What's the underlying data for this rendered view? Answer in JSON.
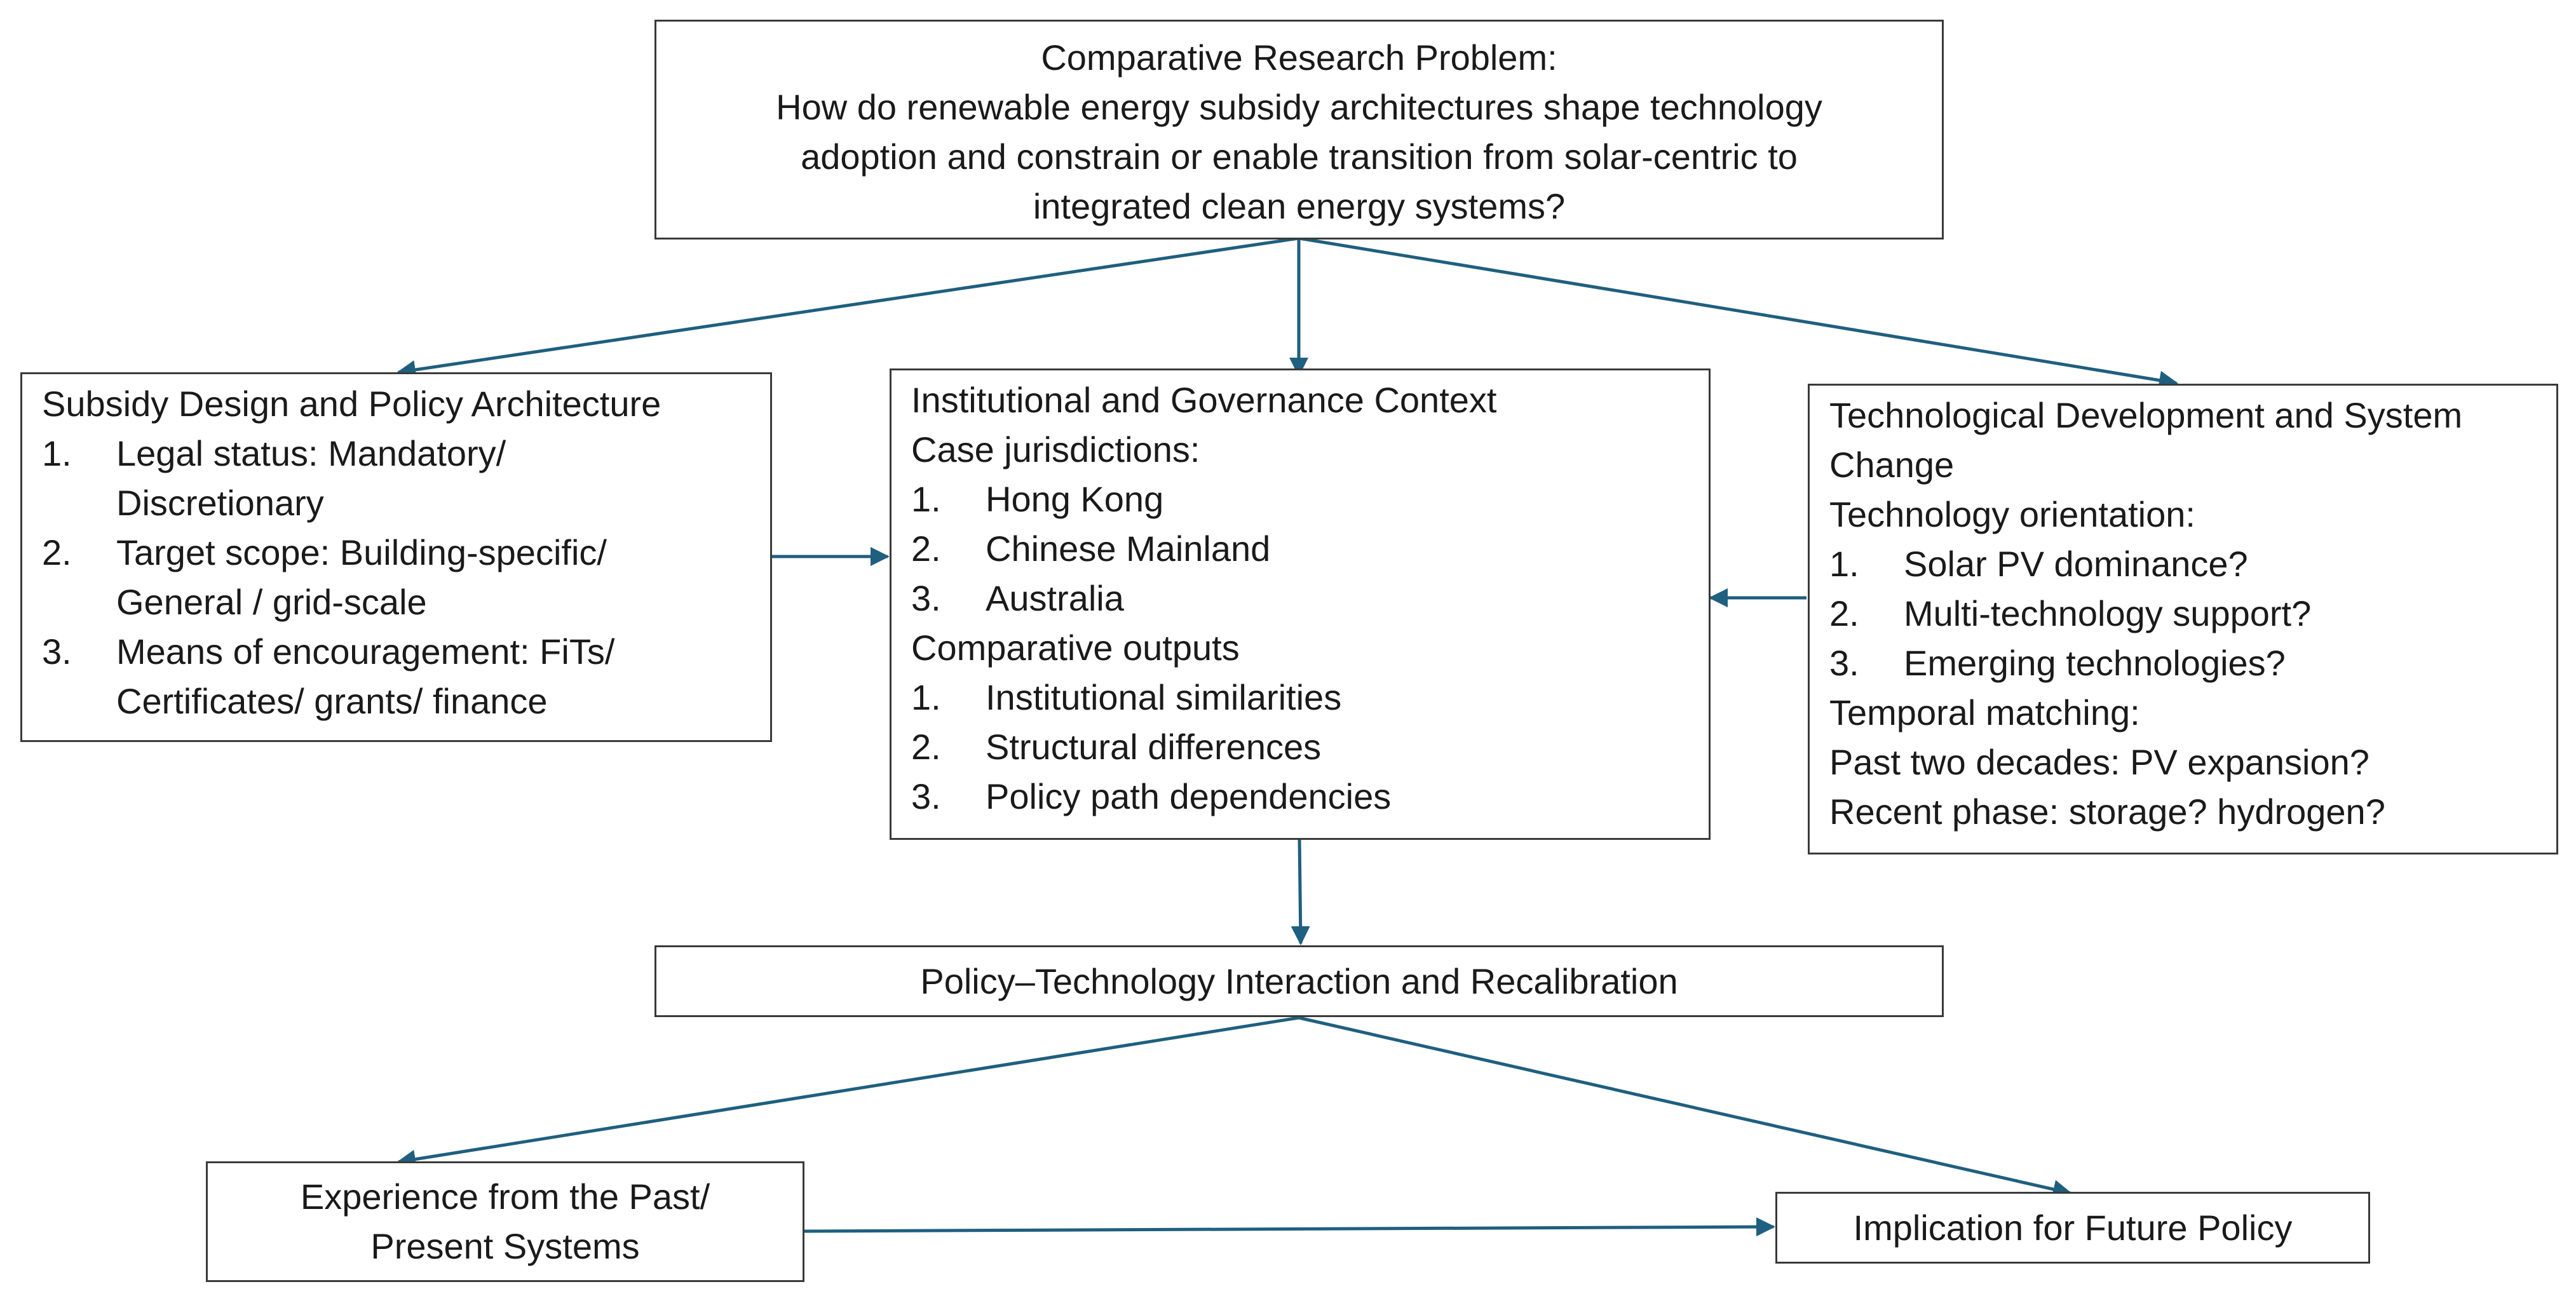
{
  "problem": {
    "lines": [
      "Comparative Research Problem:",
      "How do renewable energy subsidy architectures shape technology",
      "adoption and constrain or enable transition from solar-centric to",
      "integrated clean energy systems?"
    ]
  },
  "subsidy": {
    "title": "Subsidy Design and Policy Architecture",
    "items": [
      {
        "num": "1.",
        "lines": [
          "Legal status: Mandatory/",
          "Discretionary"
        ]
      },
      {
        "num": "2.",
        "lines": [
          "Target scope: Building-specific/",
          "General / grid-scale"
        ]
      },
      {
        "num": "3.",
        "lines": [
          "Means of encouragement: FiTs/",
          "Certificates/ grants/  finance"
        ]
      }
    ]
  },
  "institutional": {
    "title": "Institutional and Governance Context",
    "case_heading": "Case jurisdictions:",
    "cases": [
      {
        "num": "1.",
        "text": "Hong Kong"
      },
      {
        "num": "2.",
        "text": "Chinese Mainland"
      },
      {
        "num": "3.",
        "text": "Australia"
      }
    ],
    "outputs_heading": "Comparative outputs",
    "outputs": [
      {
        "num": "1.",
        "text": "Institutional similarities"
      },
      {
        "num": "2.",
        "text": "Structural differences"
      },
      {
        "num": "3.",
        "text": "Policy path dependencies"
      }
    ]
  },
  "technology": {
    "title_lines": [
      "Technological Development and System",
      "Change"
    ],
    "orientation_heading": "Technology orientation:",
    "orientation": [
      {
        "num": "1.",
        "text": "Solar PV dominance?"
      },
      {
        "num": "2.",
        "text": "Multi-technology support?"
      },
      {
        "num": "3.",
        "text": "Emerging technologies?"
      }
    ],
    "temporal_heading": "Temporal matching:",
    "temporal": [
      "Past two decades: PV expansion?",
      "Recent phase: storage? hydrogen?"
    ]
  },
  "interaction": {
    "label": "Policy–Technology Interaction and Recalibration"
  },
  "experience": {
    "lines": [
      "Experience from the Past/",
      "Present Systems"
    ]
  },
  "implication": {
    "label": "Implication for Future Policy"
  },
  "colors": {
    "arrow": "#1f5f7f",
    "border": "#3a3a3a"
  }
}
